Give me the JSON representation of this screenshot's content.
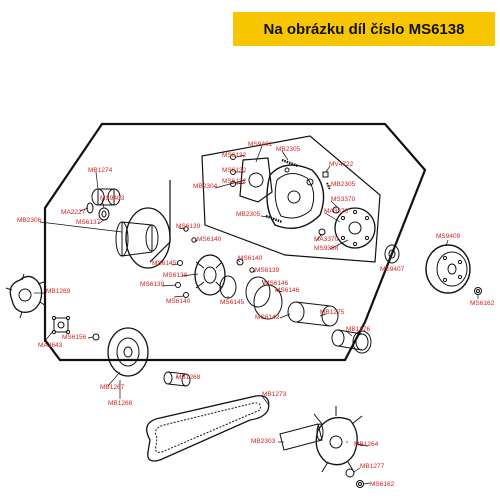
{
  "banner": {
    "text": "Na obrázku díl číslo MS6138",
    "color": "#f7c600"
  },
  "colors": {
    "label": "#d42020",
    "line": "#111111"
  },
  "labels": [
    {
      "id": "MS9401",
      "text": "MS9401"
    },
    {
      "id": "MB2305a",
      "text": "MB2305"
    },
    {
      "id": "MS6132a",
      "text": "MS6132"
    },
    {
      "id": "MV4722",
      "text": "MV4722"
    },
    {
      "id": "MS6132b",
      "text": "MS6132"
    },
    {
      "id": "MS6132c",
      "text": "MS6132"
    },
    {
      "id": "MB2304",
      "text": "MB2304"
    },
    {
      "id": "MB2305b",
      "text": "MB2305"
    },
    {
      "id": "MS3370a",
      "text": "MS3370"
    },
    {
      "id": "MA3370",
      "text": "MA3370"
    },
    {
      "id": "MB2305c",
      "text": "MB2305"
    },
    {
      "id": "MA3370b",
      "text": "MA3370"
    },
    {
      "id": "MS9398",
      "text": "MS9398"
    },
    {
      "id": "MB1274",
      "text": "MB1274"
    },
    {
      "id": "MS9403",
      "text": "MS9403"
    },
    {
      "id": "MA2227",
      "text": "MA2227"
    },
    {
      "id": "MS6137",
      "text": "MS6137"
    },
    {
      "id": "MB2306",
      "text": "MB2306"
    },
    {
      "id": "MS6139a",
      "text": "MS6139"
    },
    {
      "id": "MS6140a",
      "text": "MS6140"
    },
    {
      "id": "MS9409",
      "text": "MS9409"
    },
    {
      "id": "MS6145a",
      "text": "MS6145"
    },
    {
      "id": "MS6140b",
      "text": "MS6140"
    },
    {
      "id": "MS6138",
      "text": "MS6138"
    },
    {
      "id": "MS6139b",
      "text": "MS6139"
    },
    {
      "id": "MS6139c",
      "text": "MS6139"
    },
    {
      "id": "MS6140c",
      "text": "MS6140"
    },
    {
      "id": "MS6145b",
      "text": "MS6145"
    },
    {
      "id": "MS6146a",
      "text": "MS6146"
    },
    {
      "id": "MS6146b",
      "text": "MS6146"
    },
    {
      "id": "MS9407",
      "text": "MS9407"
    },
    {
      "id": "MS6162a",
      "text": "MS6162"
    },
    {
      "id": "MB1269",
      "text": "MB1269"
    },
    {
      "id": "MA2643",
      "text": "MA2643"
    },
    {
      "id": "MS6156",
      "text": "MS6156"
    },
    {
      "id": "MS6142",
      "text": "MS6142"
    },
    {
      "id": "MB1275",
      "text": "MB1275"
    },
    {
      "id": "MB1276",
      "text": "MB1276"
    },
    {
      "id": "MB1267",
      "text": "MB1267"
    },
    {
      "id": "MB1268a",
      "text": "MB1268"
    },
    {
      "id": "MB1268b",
      "text": "MB1268"
    },
    {
      "id": "MB1273",
      "text": "MB1273"
    },
    {
      "id": "MB2303",
      "text": "MB2303"
    },
    {
      "id": "MB1264",
      "text": "MB1264"
    },
    {
      "id": "MB1277",
      "text": "MB1277"
    },
    {
      "id": "MS6162b",
      "text": "MS6162"
    }
  ]
}
